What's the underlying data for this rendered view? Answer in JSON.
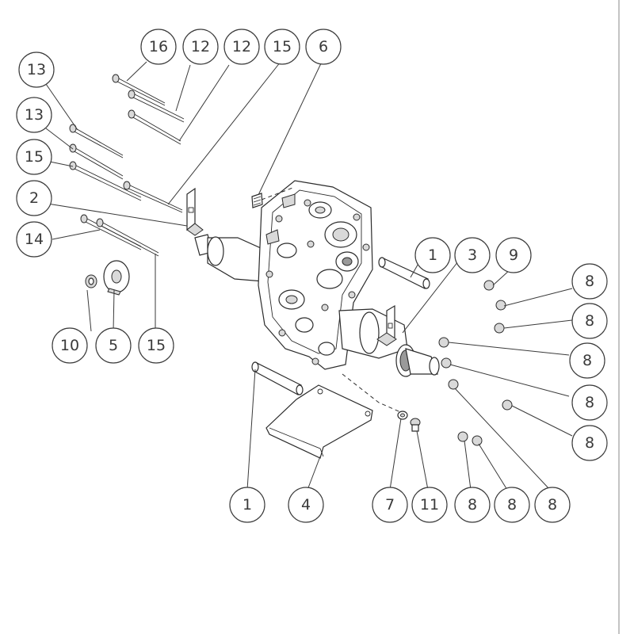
{
  "diagram": {
    "balloons": [
      {
        "id": "b-16-top",
        "label": "16"
      },
      {
        "id": "b-12-top-a",
        "label": "12"
      },
      {
        "id": "b-12-top-b",
        "label": "12"
      },
      {
        "id": "b-15-top",
        "label": "15"
      },
      {
        "id": "b-6-top",
        "label": "6"
      },
      {
        "id": "b-13-a",
        "label": "13"
      },
      {
        "id": "b-13-b",
        "label": "13"
      },
      {
        "id": "b-15-left",
        "label": "15"
      },
      {
        "id": "b-2",
        "label": "2"
      },
      {
        "id": "b-14",
        "label": "14"
      },
      {
        "id": "b-10",
        "label": "10"
      },
      {
        "id": "b-5",
        "label": "5"
      },
      {
        "id": "b-15-bottom",
        "label": "15"
      },
      {
        "id": "b-1-right",
        "label": "1"
      },
      {
        "id": "b-3",
        "label": "3"
      },
      {
        "id": "b-9",
        "label": "9"
      },
      {
        "id": "b-8-a",
        "label": "8"
      },
      {
        "id": "b-8-b",
        "label": "8"
      },
      {
        "id": "b-8-c",
        "label": "8"
      },
      {
        "id": "b-8-d",
        "label": "8"
      },
      {
        "id": "b-8-e",
        "label": "8"
      },
      {
        "id": "b-1-bottom",
        "label": "1"
      },
      {
        "id": "b-4",
        "label": "4"
      },
      {
        "id": "b-7",
        "label": "7"
      },
      {
        "id": "b-11",
        "label": "11"
      },
      {
        "id": "b-8-f",
        "label": "8"
      },
      {
        "id": "b-8-g",
        "label": "8"
      },
      {
        "id": "b-8-h",
        "label": "8"
      }
    ]
  }
}
